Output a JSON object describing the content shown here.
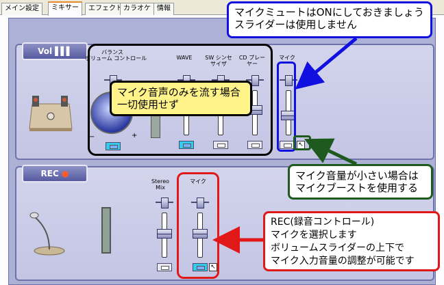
{
  "tabs": [
    "メイン設定",
    "ミキサー",
    "エフェクト",
    "カラオケ",
    "情報"
  ],
  "playback": {
    "panel_label": "Vol",
    "balance_label": "バランス\nボリューム コントロール",
    "minus": "−",
    "plus": "+",
    "channels": [
      {
        "label": "WAVE"
      },
      {
        "label": "SW シンセ\nサイザ"
      },
      {
        "label": "CD プレー\nヤー"
      },
      {
        "label": "マイク"
      }
    ]
  },
  "record": {
    "panel_label": "REC",
    "channels": [
      {
        "label": "Stereo\nMix"
      },
      {
        "label": "マイク"
      }
    ]
  },
  "annotations": {
    "mute": "マイクミュートはONにしておきましょう\nスライダーは使用しません",
    "mic_only": "マイク音声のみを流す場合\n一切使用せず",
    "boost": "マイク音量が小さい場合は\nマイクブーストを使用する",
    "rec": "REC(録音コントロール)\nマイクを選択します\nボリュームスライダーの上下で\nマイク入力音量の調整が可能です"
  },
  "colors": {
    "blue": "#1010e0",
    "black": "#000000",
    "green": "#1e5a1e",
    "red": "#e01818"
  }
}
